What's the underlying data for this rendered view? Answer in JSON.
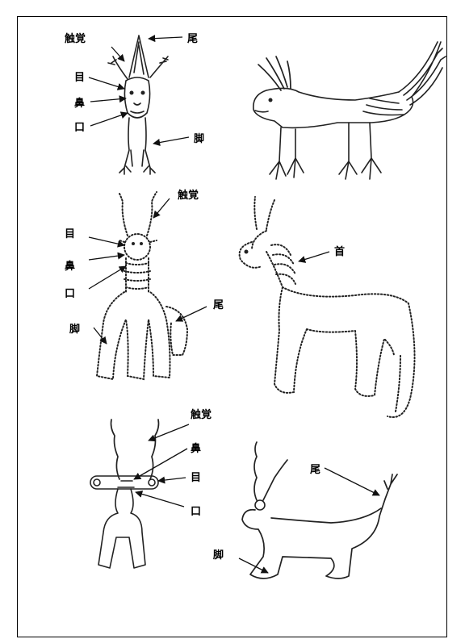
{
  "labels": {
    "antenna": "触覚",
    "tail": "尾",
    "eye": "目",
    "nose": "鼻",
    "mouth": "口",
    "leg": "脚",
    "neck": "首"
  }
}
